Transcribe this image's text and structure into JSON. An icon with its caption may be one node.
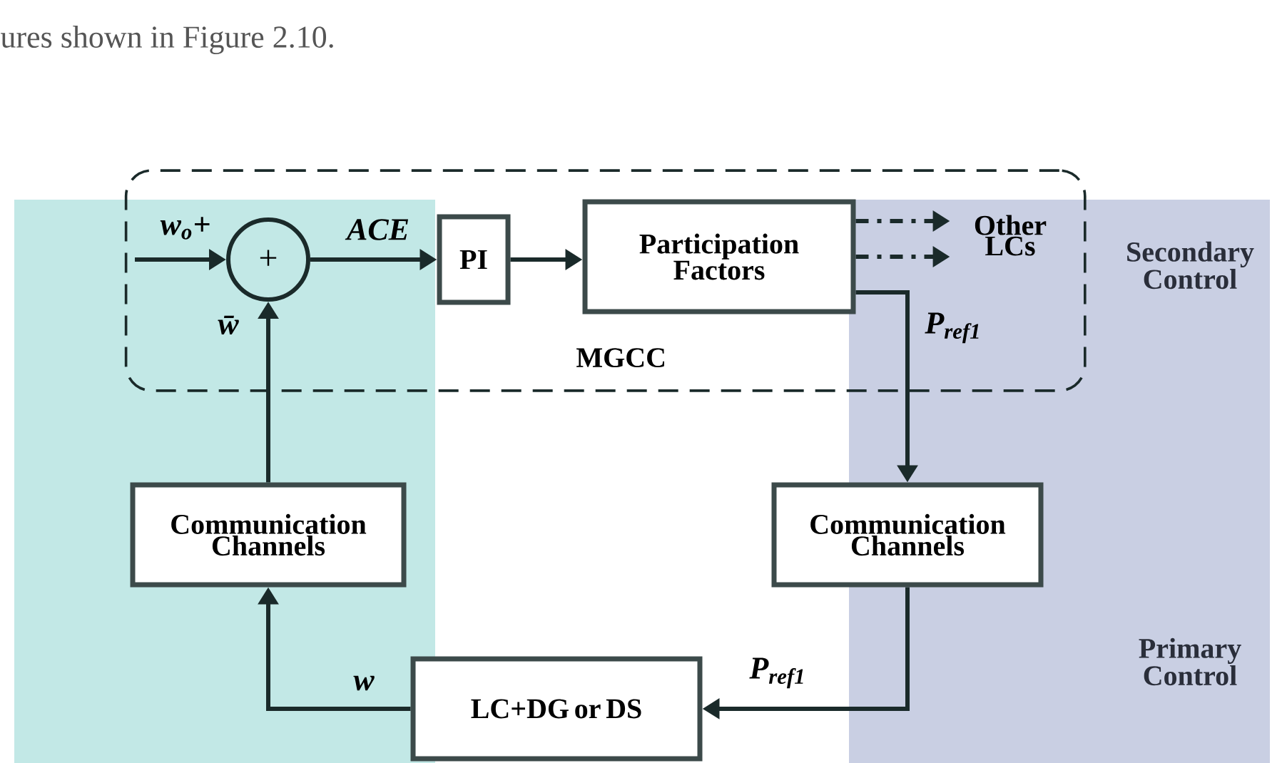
{
  "diagram": {
    "nodes": [
      {
        "text": [
          "MGCC"
        ]
      },
      {
        "text": [
          "+"
        ],
        "in": 0
      },
      {
        "text": [
          "PI"
        ],
        "in": 0
      },
      {
        "text": [
          "Participation Factors"
        ],
        "in": 0
      },
      {
        "text": [
          "Other LCs"
        ],
        "in": 0
      },
      {
        "text": [
          "Communication Channels"
        ]
      },
      {
        "text": [
          "Communication Channels"
        ]
      },
      {
        "text": [
          "LC+DG or DS"
        ]
      }
    ],
    "edges": [
      {
        "from": null,
        "to": 1,
        "arrow": "to",
        "label": "w$_{o}$+"
      },
      {
        "from": 1,
        "to": 2,
        "arrow": "to",
        "label": "ACE"
      },
      {
        "from": 2,
        "to": 3,
        "arrow": "to"
      },
      {
        "from": 3,
        "to": 4,
        "arrow": "to",
        "style": "dashed"
      },
      {
        "from": 3,
        "to": 4,
        "arrow": "to",
        "style": "dashed"
      },
      {
        "from": 3,
        "to": 6,
        "arrow": "to",
        "label": "P$_{ref1}$"
      },
      {
        "from": 6,
        "to": 7,
        "arrow": "to",
        "label": "P$_{ref1}$"
      },
      {
        "from": 7,
        "to": 5,
        "arrow": "to",
        "label": "w"
      },
      {
        "from": 5,
        "to": 1,
        "arrow": "to",
        "label": "w̄"
      }
    ],
    "labels": [
      "ures shown in Figure 2.10.",
      "Secondary Control",
      "Primary Control"
    ]
  }
}
